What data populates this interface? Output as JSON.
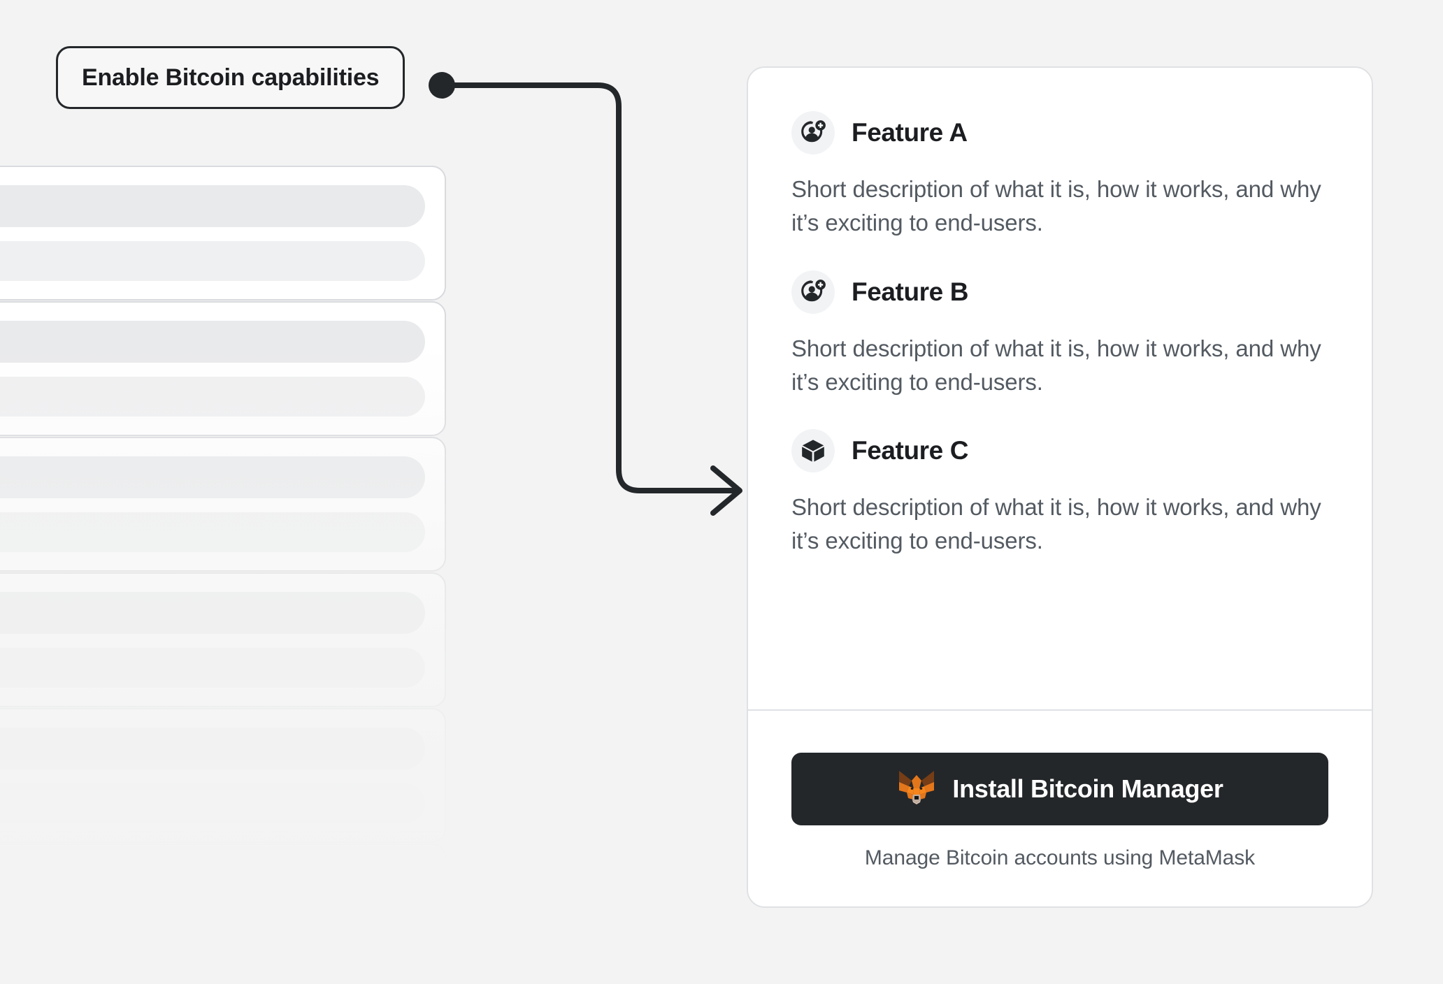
{
  "background_color": "#f3f3f3",
  "callout": {
    "label": "Enable Bitcoin capabilities",
    "border_color": "#24272a",
    "fill_color": "#f7f7f7"
  },
  "connector": {
    "name": "elbow-arrow-connector",
    "color": "#24272a",
    "start_dot": true,
    "arrowhead": "right"
  },
  "skeleton": {
    "card_count": 6,
    "card_fill": "#ffffff",
    "card_border": "#d8dade",
    "bar_color": "#e9eaec"
  },
  "card": {
    "fill_color": "#ffffff",
    "border_color": "#dfe1e4",
    "features": [
      {
        "icon": "add-account-icon",
        "title": "Feature A",
        "description": "Short description of what it is, how it works, and why it’s exciting to end-users."
      },
      {
        "icon": "add-account-icon",
        "title": "Feature B",
        "description": "Short description of what it is, how it works, and why it’s exciting to end-users."
      },
      {
        "icon": "cube-icon",
        "title": "Feature C",
        "description": "Short description of what it is, how it works, and why it’s exciting to end-users."
      }
    ],
    "footer": {
      "install_button": {
        "label": "Install Bitcoin Manager",
        "icon": "metamask-fox-icon",
        "background_color": "#24272a",
        "text_color": "#ffffff"
      },
      "caption": "Manage Bitcoin accounts using MetaMask"
    }
  },
  "colors": {
    "heading_text": "#1b1d20",
    "body_text": "#535a61",
    "accent_orange": "#e2761b"
  }
}
